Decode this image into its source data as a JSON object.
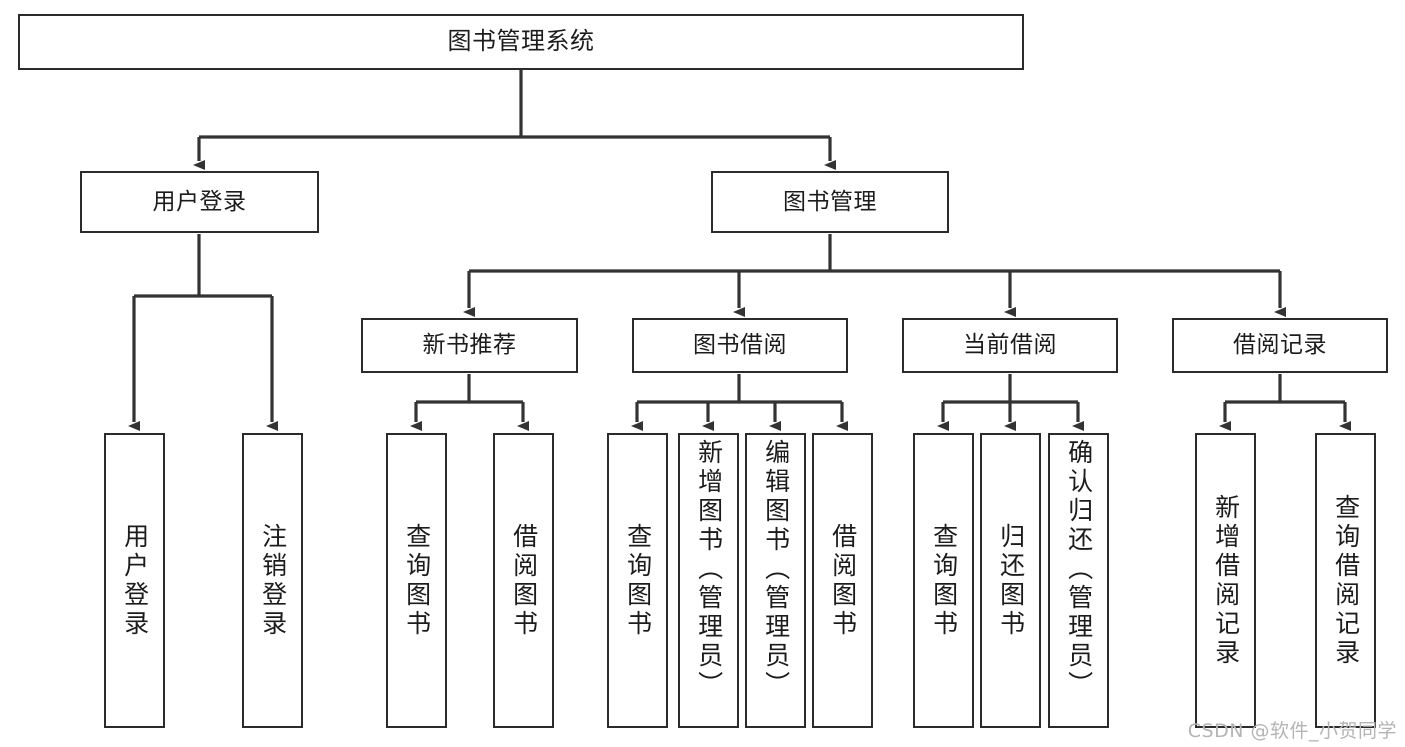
{
  "diagram": {
    "title": "图书管理系统",
    "type": "tree",
    "orientation": "top-down",
    "colors": {
      "node_border": "#2b2b2b",
      "node_fill": "#ffffff",
      "edge": "#333333",
      "text": "#1c1c1c",
      "watermark": "#b4b4b4",
      "background": "#ffffff"
    },
    "watermark": "CSDN @软件_小贺同学"
  },
  "nodes": {
    "root": {
      "label": "图书管理系统",
      "level": 1
    },
    "level2": [
      {
        "id": "user-login",
        "label": "用户登录",
        "level": 2
      },
      {
        "id": "book-manage",
        "label": "图书管理",
        "level": 2
      }
    ],
    "level3": [
      {
        "id": "new-book-rec",
        "label": "新书推荐",
        "level": 3,
        "parent": "book-manage"
      },
      {
        "id": "book-borrow",
        "label": "图书借阅",
        "level": 3,
        "parent": "book-manage"
      },
      {
        "id": "current-borrow",
        "label": "当前借阅",
        "level": 3,
        "parent": "book-manage"
      },
      {
        "id": "borrow-record",
        "label": "借阅记录",
        "level": 3,
        "parent": "book-manage"
      }
    ],
    "leaves": [
      {
        "id": "leaf-user-login",
        "label": "用户登录",
        "parent": "user-login",
        "vertical": true
      },
      {
        "id": "leaf-logout",
        "label": "注销登录",
        "parent": "user-login",
        "vertical": true
      },
      {
        "id": "leaf-query-book-rec",
        "label": "查询图书",
        "parent": "new-book-rec",
        "vertical": true
      },
      {
        "id": "leaf-borrow-book-rec",
        "label": "借阅图书",
        "parent": "new-book-rec",
        "vertical": true
      },
      {
        "id": "leaf-query-book-borrow",
        "label": "查询图书",
        "parent": "book-borrow",
        "vertical": true
      },
      {
        "id": "leaf-add-book",
        "label": "新增图书（管理员）",
        "parent": "book-borrow",
        "vertical": true
      },
      {
        "id": "leaf-edit-book",
        "label": "编辑图书（管理员）",
        "parent": "book-borrow",
        "vertical": true
      },
      {
        "id": "leaf-borrow-book",
        "label": "借阅图书",
        "parent": "book-borrow",
        "vertical": true
      },
      {
        "id": "leaf-query-book-current",
        "label": "查询图书",
        "parent": "current-borrow",
        "vertical": true
      },
      {
        "id": "leaf-return-book",
        "label": "归还图书",
        "parent": "current-borrow",
        "vertical": true
      },
      {
        "id": "leaf-confirm-return",
        "label": "确认归还（管理员）",
        "parent": "current-borrow",
        "vertical": true
      },
      {
        "id": "leaf-add-record",
        "label": "新增借阅记录",
        "parent": "borrow-record",
        "vertical": true
      },
      {
        "id": "leaf-query-record",
        "label": "查询借阅记录",
        "parent": "borrow-record",
        "vertical": true
      }
    ]
  }
}
